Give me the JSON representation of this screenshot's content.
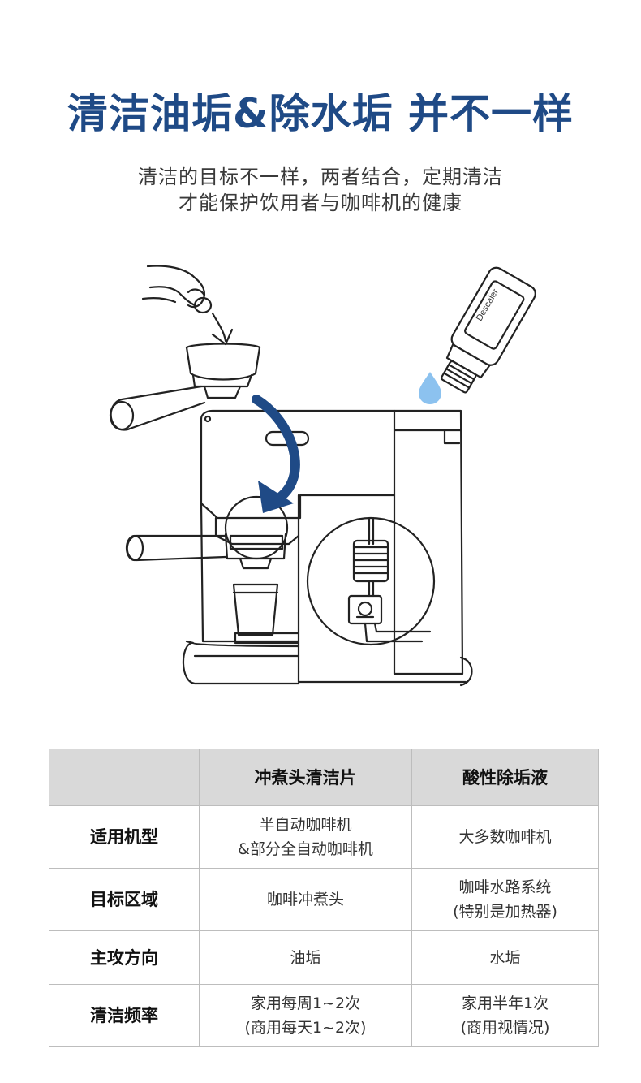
{
  "header": {
    "title": "清洁油垢&除水垢 并不一样",
    "subtitle_lines": [
      "清洁的目标不一样，两者结合，定期清洁",
      "才能保护饮用者与咖啡机的健康"
    ]
  },
  "illustration": {
    "bottle_label": "Descaler",
    "accent_color": "#1f4a86",
    "drop_color": "#8cc2ef",
    "line_color": "#222222"
  },
  "table": {
    "columns": [
      "",
      "冲煮头清洁片",
      "酸性除垢液"
    ],
    "rows": [
      {
        "label": "适用机型",
        "col1": [
          "半自动咖啡机",
          "&部分全自动咖啡机"
        ],
        "col2": [
          "大多数咖啡机"
        ]
      },
      {
        "label": "目标区域",
        "col1": [
          "咖啡冲煮头"
        ],
        "col2": [
          "咖啡水路系统",
          "(特别是加热器)"
        ]
      },
      {
        "label": "主攻方向",
        "col1": [
          "油垢"
        ],
        "col2": [
          "水垢"
        ]
      },
      {
        "label": "清洁频率",
        "col1": [
          "家用每周1~2次",
          "(商用每天1~2次)"
        ],
        "col2": [
          "家用半年1次",
          "(商用视情况)"
        ]
      }
    ]
  }
}
